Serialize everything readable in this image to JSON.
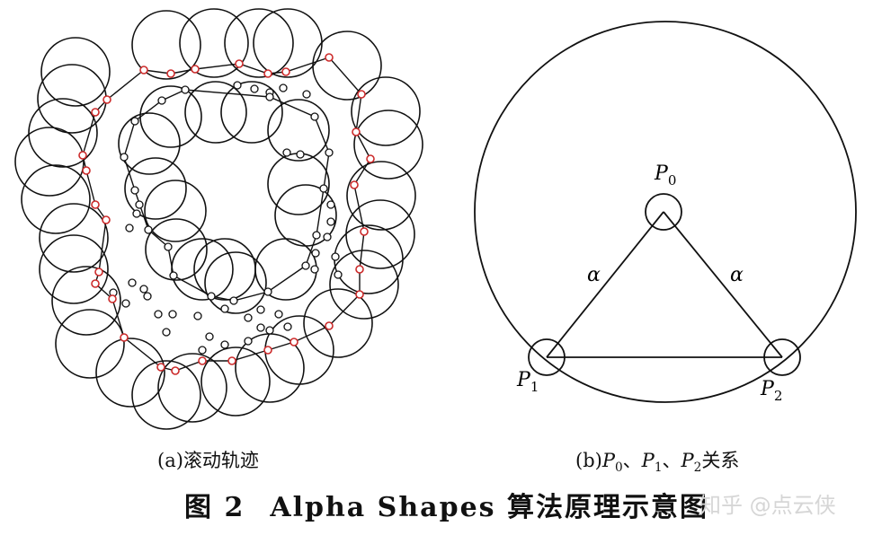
{
  "panel_a": {
    "caption_prefix": "(a)",
    "caption_text": "滚动轨迹"
  },
  "panel_b": {
    "caption_prefix": "(b)",
    "caption_p0": "P",
    "caption_p0_sub": "0",
    "caption_sep1": "、",
    "caption_p1": "P",
    "caption_p1_sub": "1",
    "caption_sep2": "、",
    "caption_p2": "P",
    "caption_p2_sub": "2",
    "caption_suffix": "关系",
    "label_p0": "P",
    "label_p0_sub": "0",
    "label_p1": "P",
    "label_p1_sub": "1",
    "label_p2": "P",
    "label_p2_sub": "2",
    "edge_left": "α",
    "edge_right": "α"
  },
  "figure_caption": {
    "number": "图 2",
    "title": "Alpha Shapes 算法原理示意图"
  },
  "watermark": "知乎 @点云侠",
  "colors": {
    "stroke": "#111111",
    "boundary_point": "#cc2a2a",
    "watermark": "#d6d6d6"
  }
}
